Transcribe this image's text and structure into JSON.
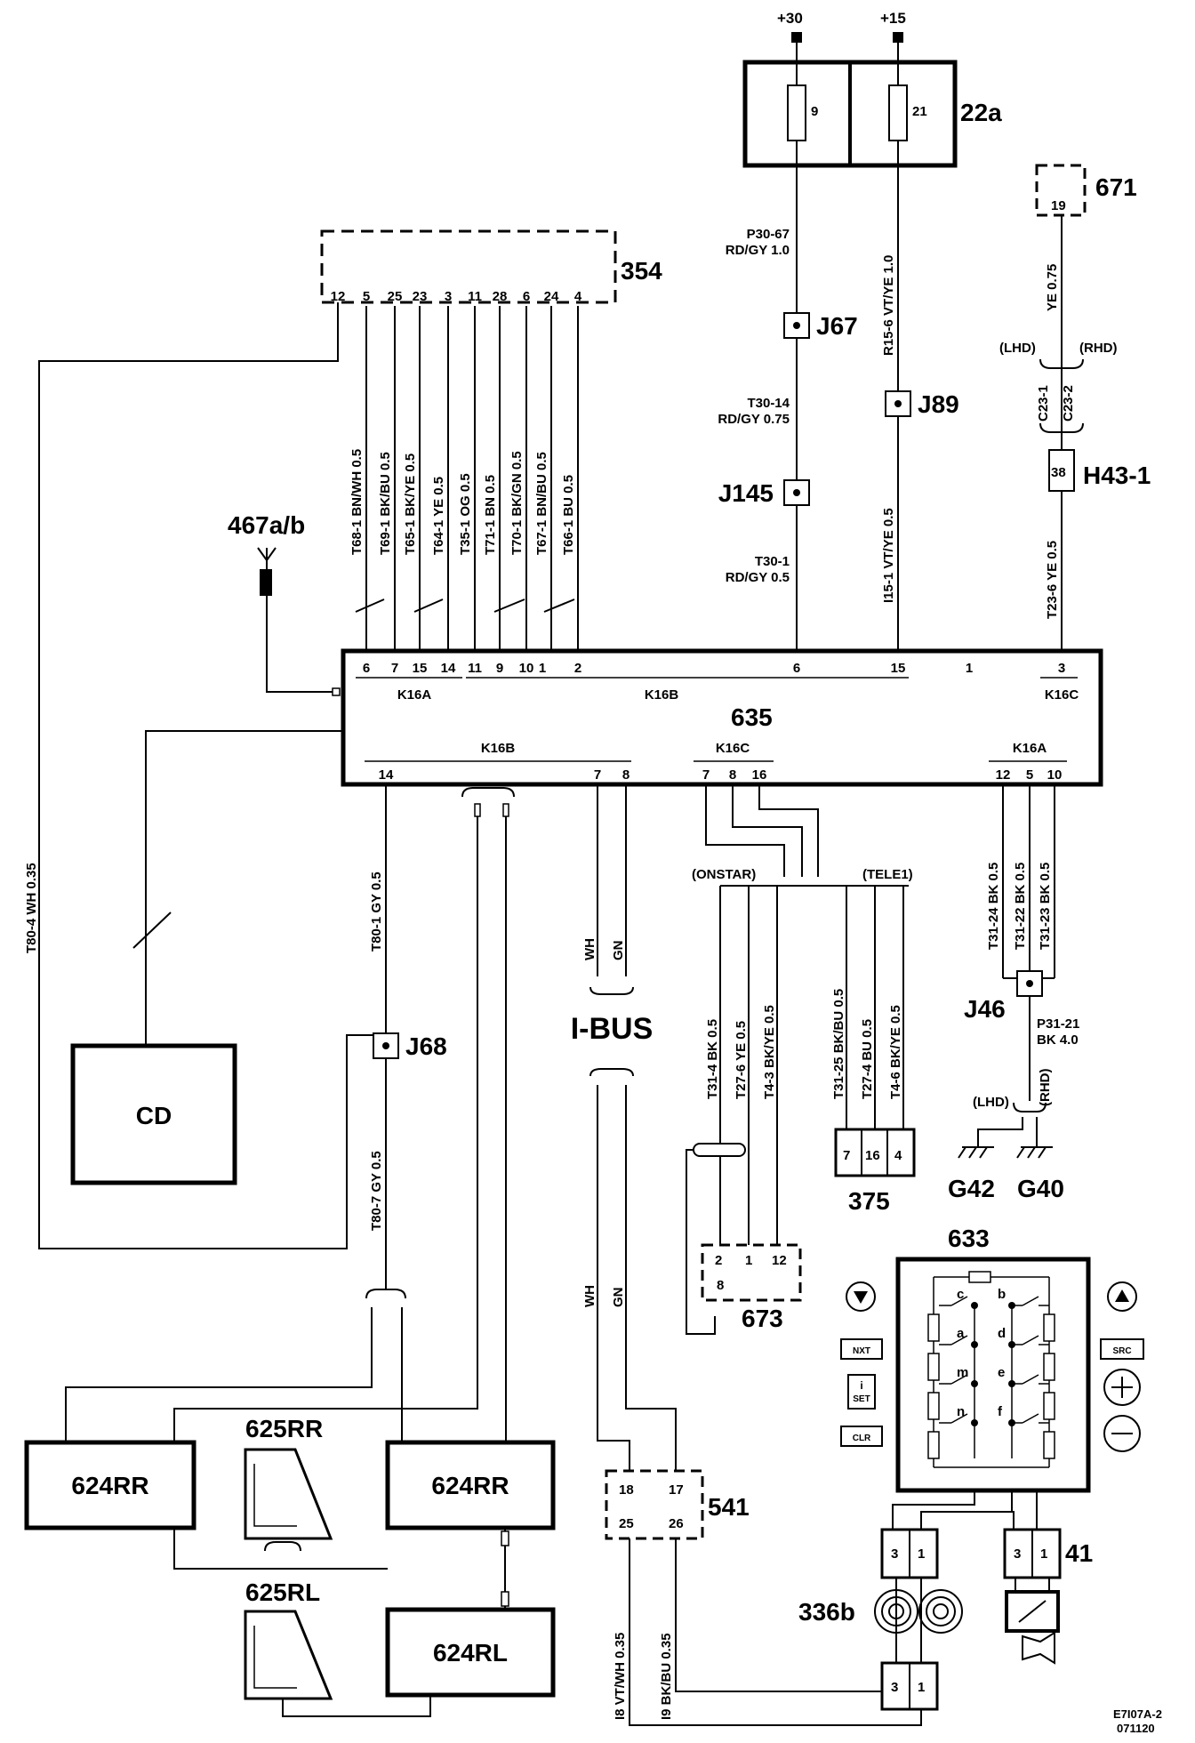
{
  "supply": {
    "p30": "+30",
    "p15": "+15",
    "fuse_box": "22a",
    "fuse9": "9",
    "fuse21": "21"
  },
  "c354": {
    "id": "354",
    "pins": [
      "12",
      "5",
      "25",
      "23",
      "3",
      "11",
      "28",
      "6",
      "24",
      "4"
    ]
  },
  "c671": {
    "id": "671",
    "pin": "19"
  },
  "conn635": {
    "id": "635",
    "top_pins": [
      "6",
      "7",
      "15",
      "14",
      "11",
      "9",
      "10",
      "1",
      "2",
      "6",
      "15",
      "1",
      "3"
    ],
    "top_groups": [
      "K16A",
      "K16B",
      "K16C"
    ],
    "bot_groups": [
      "K16B",
      "K16C",
      "K16A"
    ],
    "bot_pins": [
      "14",
      "7",
      "8",
      "7",
      "8",
      "16",
      "12",
      "5",
      "10"
    ]
  },
  "wires_354": [
    "T68-1 BN/WH 0.5",
    "T69-1 BK/BU 0.5",
    "T65-1 BK/YE 0.5",
    "T64-1 YE 0.5",
    "T35-1 OG 0.5",
    "T71-1 BN 0.5",
    "T70-1 BK/GN 0.5",
    "T67-1 BN/BU 0.5",
    "T66-1 BU 0.5"
  ],
  "wire_30": {
    "a1": "P30-67",
    "a2": "RD/GY 1.0",
    "b1": "T30-14",
    "b2": "RD/GY 0.75",
    "c1": "T30-1",
    "c2": "RD/GY 0.5"
  },
  "wire_15": {
    "a": "R15-6 VT/YE 1.0",
    "b": "I15-1 VT/YE 0.5"
  },
  "wire_671": {
    "a": "YE 0.75",
    "lhd": "(LHD)",
    "rhd": "(RHD)",
    "c1": "C23-1",
    "c2": "C23-2",
    "b": "T23-6 YE 0.5"
  },
  "splices": {
    "j67": "J67",
    "j89": "J89",
    "j145": "J145",
    "j68": "J68",
    "j46": "J46",
    "h43": "H43-1",
    "h43pin": "38"
  },
  "antenna": "467a/b",
  "left_wires": {
    "t80_4": "T80-4 WH 0.35",
    "t80_1": "T80-1 GY 0.5",
    "t80_7": "T80-7 GY 0.5"
  },
  "cd": "CD",
  "ibus": {
    "label": "I-BUS",
    "wh": "WH",
    "gn": "GN"
  },
  "onstar": {
    "onstar": "(ONSTAR)",
    "tele1": "(TELE1)",
    "w1": "T31-4 BK 0.5",
    "w2": "T27-6 YE 0.5",
    "w3": "T4-3 BK/YE 0.5",
    "w4": "T31-25 BK/BU 0.5",
    "w5": "T27-4 BU 0.5",
    "w6": "T4-6 BK/YE 0.5"
  },
  "gnd_wires": {
    "w1": "T31-24 BK 0.5",
    "w2": "T31-22 BK 0.5",
    "w3": "T31-23 BK 0.5",
    "p1": "P31-21",
    "p2": "BK 4.0",
    "lhd": "(LHD)",
    "rhd": "(RHD)",
    "g42": "G42",
    "g40": "G40"
  },
  "c375": {
    "id": "375",
    "pins": [
      "7",
      "16",
      "4"
    ]
  },
  "c673": {
    "id": "673",
    "pins": [
      "2",
      "1",
      "12",
      "8"
    ]
  },
  "c541": {
    "id": "541",
    "pins": [
      "18",
      "17",
      "25",
      "26"
    ],
    "w1": "I8 VT/WH 0.35",
    "w2": "I9 BK/BU 0.35"
  },
  "c633": {
    "id": "633",
    "switches": [
      "c",
      "b",
      "a",
      "d",
      "m",
      "e",
      "n",
      "f"
    ],
    "nxt": "NXT",
    "set_i": "i",
    "set": "SET",
    "clr": "CLR",
    "src": "SRC"
  },
  "speakers": {
    "s1": "624RR",
    "s2": "624RR",
    "s3": "624RL",
    "tw1": "625RR",
    "tw2": "625RL"
  },
  "horn": {
    "id1": "336b",
    "id2": "41",
    "pins": [
      "3",
      "1"
    ]
  },
  "footer": {
    "code": "E7I07A-2",
    "date": "071120"
  }
}
